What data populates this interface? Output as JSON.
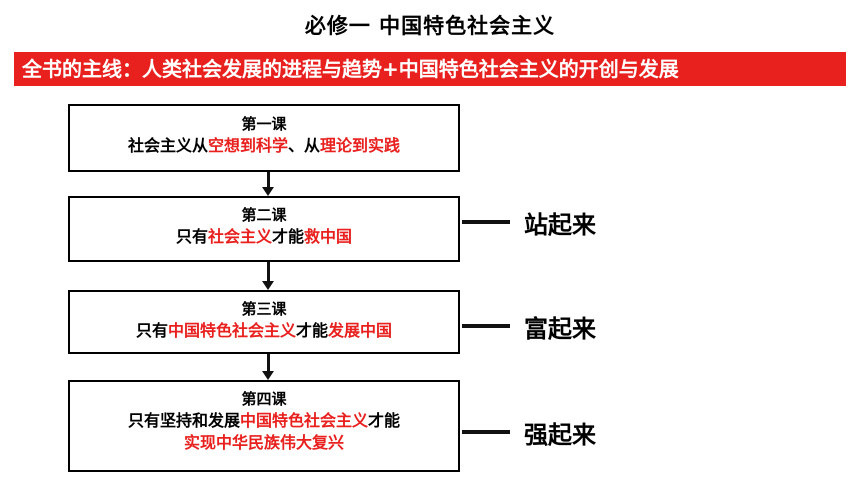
{
  "header": {
    "title": "必修一  中国特色社会主义"
  },
  "banner": {
    "label": "全书的主线：",
    "text": "人类社会发展的进程与趋势+中国特色社会主义的开创与发展"
  },
  "lessons": [
    {
      "title": "第一课",
      "parts": [
        "社会主义从",
        "空想到科学",
        "、从",
        "理论到实践"
      ]
    },
    {
      "title": "第二课",
      "parts": [
        "只有",
        "社会主义",
        "才能",
        "救中国"
      ]
    },
    {
      "title": "第三课",
      "parts": [
        "只有",
        "中国特色社会主义",
        "才能",
        "发展中国"
      ]
    },
    {
      "title": "第四课",
      "parts": [
        "只有坚持和发展",
        "中国特色社会主义",
        "才能",
        "实现中华民族伟大复兴"
      ]
    }
  ],
  "stages": [
    "站起来",
    "富起来",
    "强起来"
  ],
  "colors": {
    "accent": "#e8201e",
    "text": "#000000"
  }
}
